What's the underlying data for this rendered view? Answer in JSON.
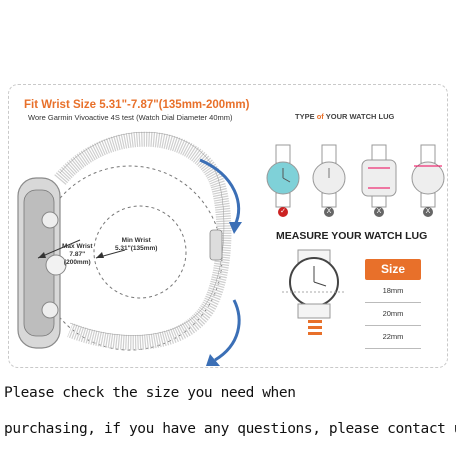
{
  "fit": {
    "title": "Fit Wrist Size 5.31\"-7.87\"(135mm-200mm)",
    "subtitle": "Wore Garmin Vivoactive 4S test (Watch Dial Diameter 40mm)",
    "max_wrist": [
      "Max Wrist",
      "7.87\"",
      "(200mm)"
    ],
    "min_wrist": [
      "Min Wrist",
      "5.31\"(135mm)"
    ]
  },
  "lug": {
    "type_title_prefix": "TYPE ",
    "type_title_of": "of",
    "type_title_suffix": " YOUR WATCH LUG",
    "badges": [
      "✓",
      "X",
      "X",
      "X"
    ]
  },
  "measure": {
    "title": "MEASURE YOUR WATCH LUG",
    "size_header": "Size",
    "sizes": [
      "18mm",
      "20mm",
      "22mm"
    ]
  },
  "note": {
    "line1": "Please check the size you need when",
    "line2": "purchasing, if you have any questions, please contact us"
  },
  "colors": {
    "accent": "#e8702a",
    "arrow": "#3b6fb6",
    "check": "#cc2222"
  }
}
